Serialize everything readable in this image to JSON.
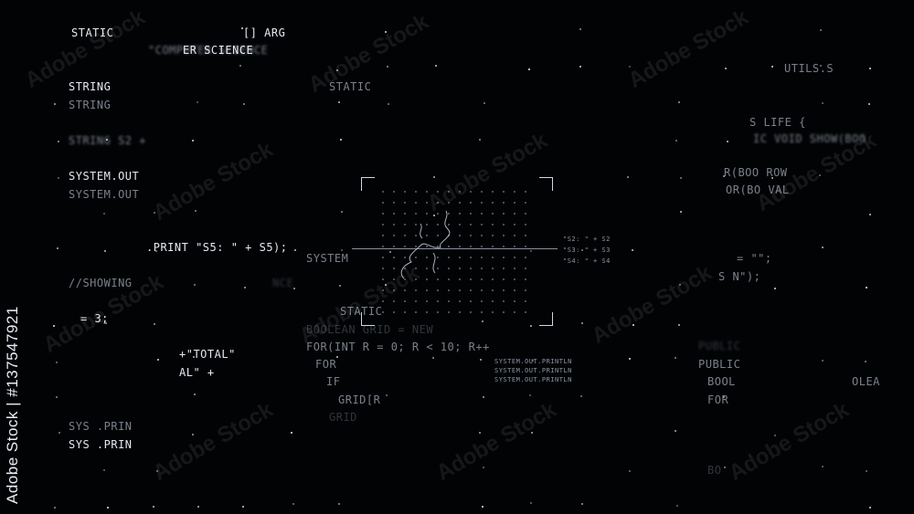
{
  "code_left": [
    "STATIC",
    "\"COMPUTER SCIENCE",
    "STRING",
    "STRING",
    "STRING S2 +",
    "SYSTEM.OUT",
    "SYSTEM.OUT",
    ".PRINT \"S5: \" + S5);",
    "//SHOWING",
    "= 3;",
    "+\"TOTAL\"",
    "AL\" +",
    "SYS .PRIN",
    "SYS .PRIN",
    "ER SCIENCE",
    "[] ARG"
  ],
  "code_center": [
    "STATIC",
    "SYSTEM",
    "STATIC",
    "BOOLEAN GRID = NEW",
    "FOR(INT R = 0; R < 10; R++",
    "FOR",
    "IF",
    "GRID[R",
    "GRID",
    "NCE",
    "PUBLIC",
    "BOOL",
    "FOR"
  ],
  "code_small": [
    "\"S2: \" + S2",
    "\"S3: \" + S3",
    "\"S4: \" + S4",
    "SYSTEM.OUT.PRINTLN",
    "SYSTEM.OUT.PRINTLN",
    "SYSTEM.OUT.PRINTLN"
  ],
  "code_right": [
    "UTILS.S",
    "S LIFE {",
    "IC VOID SHOW(BOO",
    "R(BOO ROW",
    "OR(BO VAL",
    "= \"\";",
    "S N\");",
    "PUBLIC",
    "OLEA",
    "BO"
  ],
  "watermark_text": "Adobe Stock",
  "side_id": "Adobe Stock | #137547921"
}
